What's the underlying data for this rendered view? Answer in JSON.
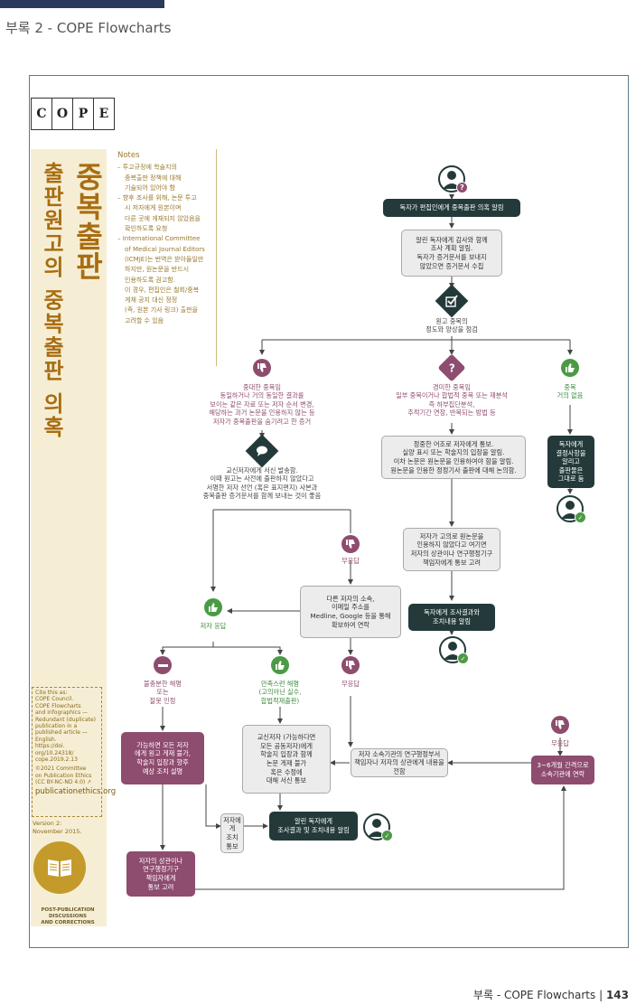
{
  "header": {
    "title": "부록 2 - COPE Flowcharts"
  },
  "logo": [
    "C",
    "O",
    "P",
    "E"
  ],
  "sidebar": {
    "title_main": "중복출판",
    "title_sub": "출판원고의 중복출판 의혹"
  },
  "notes": {
    "heading": "Notes",
    "items": [
      "– 투고규정에 학술지의",
      "중복출판 정책에 대해",
      "기술되어 있어야 함",
      "– 향후 조사를 위해, 논문 투고",
      "시 저자에게 원본이며",
      "다른 곳에 게재되지 않았음을",
      "확인하도록 요청",
      "– International Committee",
      "of Medical Journal Editors",
      "(ICMJE)는 번역은 받아들일만",
      "하지만, 원논문을 반드시",
      "인용하도록 권고함.",
      "이 경우, 편집인은 철회/중복",
      "게재 공지 대신 정정",
      "(즉, 원본 기사 링크) 출판을",
      "고려할 수 있음"
    ]
  },
  "cite": {
    "lines": [
      "Cite this as:",
      "COPE Council.",
      "COPE Flowcharts",
      "and infographics —",
      "Redundant (duplicate)",
      "publication in a",
      "published article —",
      "English.",
      "https://doi.",
      "org/10.24318/",
      "cope.2019.2.13",
      "©2021 Committee",
      "on Publication Ethics",
      "(CC BY-NC-ND 4.0) ↗"
    ],
    "site": "publicationethics.org"
  },
  "version": [
    "Version 2:",
    "November 2015."
  ],
  "badge": [
    "POST-PUBLICATION DISCUSSIONS",
    "AND CORRECTIONS"
  ],
  "flow": {
    "n1": "독자가 편집인에게 중복출판 의혹 알림",
    "n2": [
      "알린 독자에게 감사와 함께",
      "조사 계획 알림.",
      "독자가 증거문서를 보내지",
      "않았으면 증거문서 수집"
    ],
    "n3": [
      "원고 중복의",
      "정도와 양상을 점검"
    ],
    "major": [
      "중대한 중복임",
      "동일하거나 거의 동일한 결과를",
      "보이는 같은 자료 또는 저자 순서 변경,",
      "해당하는 과거 논문을 인용하지 않는 등",
      "저자가 중복출판을 숨기려고 한 증거"
    ],
    "minor": [
      "경미한 중복임",
      "일부 중복이거나 합법적 중복 또는 재분석",
      "즉 하부집단분석,",
      "추적기간 연장, 반복되는 방법 등"
    ],
    "none": [
      "중복",
      "거의 없음"
    ],
    "contact": [
      "교신저자에게 서신 발송함.",
      "이때 원고는 사전에 출판하지 않았다고",
      "서명한 저자 선언 (혹은 표지편지) 사본과",
      "중복출판 증거문서를 함께 보내는 것이 좋음"
    ],
    "minor_box": [
      "정중한 어조로 저자에게 통보.",
      "실양 표시 또는 학술지의 입장을 알림.",
      "이차 논문은 원논문을 인용하여야 함을 알림.",
      "원논문을 인용한 정정기사 출판에 대해 논의함."
    ],
    "none_box": [
      "독자에게",
      "결정사항을",
      "알리고",
      "출판물은",
      "그대로 둠"
    ],
    "no_reply1": "무응답",
    "consider": [
      "저자가 고의로 원논문을",
      "인용하지 않았다고 여기면",
      "저자의 상관이나 연구행정기구",
      "책임자에게 통보 고려"
    ],
    "other": [
      "다른 저자의 소속,",
      "이메일 주소를",
      "Medline, Google 등을 통해",
      "확보하여 연락"
    ],
    "reply": "저자 응답",
    "inform1": [
      "독자에게 조사결과와",
      "조치내용 알림"
    ],
    "unsat": [
      "불충분한 해명",
      "또는",
      "잘못 인정"
    ],
    "sat": [
      "만족스런 해명",
      "(고의아닌 실수,",
      "합법적재출판)"
    ],
    "no_reply2": "무응답",
    "no_reply3": "무응답",
    "explain": [
      "가능하면 모든 저자",
      "에게 원고 게재 불가,",
      "학술지 입장과 향후",
      "예상 조치 설명"
    ],
    "corr": [
      "교신저자 (가능하다면",
      "모든 공동저자)에게",
      "학술지 입장과 함께",
      "논문 게재 불가",
      "혹은 수정에",
      "대해 서신 통보"
    ],
    "inst": [
      "저자 소속기관의 연구행정부서",
      "책임자나 저자의 상관에게 내용을 전함"
    ],
    "followup": [
      "3~6개월 간격으로",
      "소속기관에 연락"
    ],
    "inform2": [
      "알린 독자에게",
      "조사결과 및 조치내용 알림"
    ],
    "notify": [
      "저자에게",
      "조치",
      "통보"
    ],
    "superior": [
      "저자의 상관이나",
      "연구행정기구",
      "책임자에게",
      "통보 고려"
    ]
  },
  "footer": {
    "prefix": "부록 - COPE Flowcharts | ",
    "page": "143"
  },
  "colors": {
    "dark": "#243a3a",
    "plum": "#8e4c6e",
    "green": "#4c9a45",
    "gold": "#a86d12"
  }
}
